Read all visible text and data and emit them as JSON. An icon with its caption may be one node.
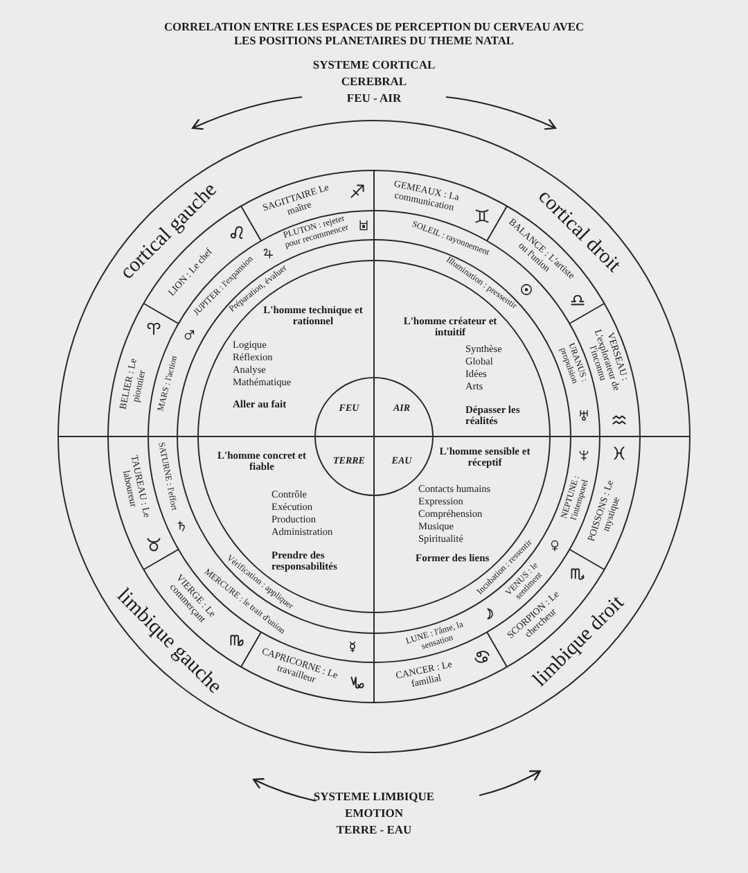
{
  "diagram": {
    "title": "CORRELATION ENTRE LES ESPACES DE PERCEPTION DU CERVEAU AVEC LES POSITIONS PLANETAIRES DU THEME NATAL",
    "nodes": [
      {
        "text": [
          "FEU",
          "AIR",
          "TERRE",
          "EAU"
        ]
      }
    ],
    "labels": [
      "SYSTEME CORTICAL",
      "CEREBRAL",
      "FEU - AIR",
      "cortical gauche",
      "cortical droit",
      "SAGITTAIRE Le maître",
      "GEMEAUX : La communication",
      "PLUTON : rejeter pour recommencer",
      "LION : Le chef",
      "SOLEIL : rayonnement",
      "BALANCE : L'artiste ou l'union",
      "JUPITER : l'expansion",
      "Préparation, évaluer",
      "Illumination : pressentir",
      "L'homme technique et rationnel",
      "L'homme créateur et intuitif",
      "Logique",
      "Réflexion",
      "Analyse",
      "Mathématique",
      "Synthèse",
      "Global",
      "Idées",
      "Arts",
      "BELIER : Le pionnier",
      "MARS : l'action",
      "URANUS : propulsion",
      "VERSEAU : L'explorateur de l'inconnu",
      "Aller au fait",
      "Dépasser les réalités",
      "TAUREAU : Le laboureur",
      "SATURNE : l'effort",
      "L'homme concret et fiable",
      "L'homme sensible et réceptif",
      "NEPTUNE : l'intemporel",
      "POISSONS : Le mystique",
      "Contrôle",
      "Exécution",
      "Production",
      "Administration",
      "Contacts humains",
      "Expression",
      "Compréhension",
      "Musique",
      "Spiritualité",
      "Prendre des responsabilités",
      "Former des liens",
      "Vérification : appliquer",
      "Incubation : ressentir",
      "MERCURE : le trait d'union",
      "VENUS : le sentiment",
      "VIERGE : Le commerçant",
      "SCORPION : Le chercheur",
      "limbique gauche",
      "LUNE : l'âme, la sensation",
      "limbique droit",
      "CAPRICORNE : Le travailleur",
      "CANCER : Le familial",
      "SYSTEME LIMBIQUE",
      "EMOTION",
      "TERRE - EAU"
    ]
  }
}
